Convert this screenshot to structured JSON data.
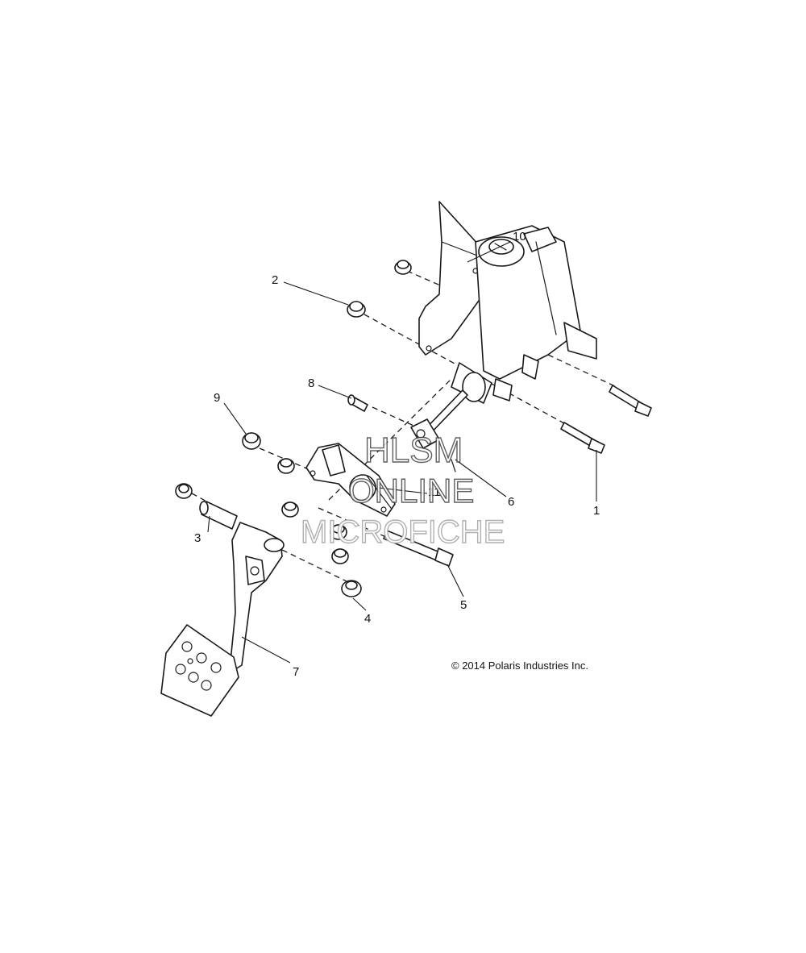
{
  "callouts": {
    "c1": "1",
    "c2": "2",
    "c3": "3",
    "c4": "4",
    "c5": "5",
    "c6": "6",
    "c7": "7",
    "c8": "8",
    "c9": "9",
    "c10": "10",
    "c11": "11"
  },
  "copyright": "© 2014 Polaris Industries Inc.",
  "watermark": {
    "line1": "HLSM",
    "line2": "ONLINE",
    "line3": "MICROFICHE"
  }
}
